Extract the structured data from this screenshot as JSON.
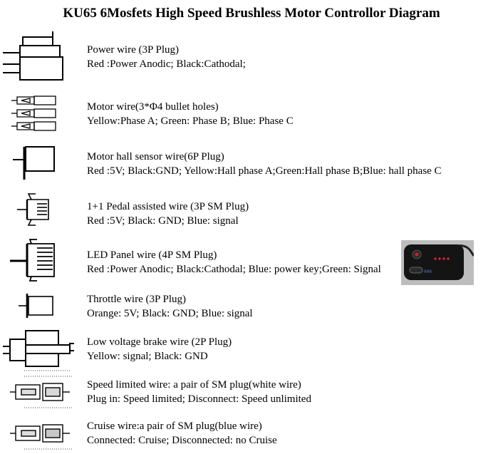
{
  "title": "KU65 6Mosfets High Speed Brushless Motor Controllor Diagram",
  "items": [
    {
      "label": "Power wire (3P Plug)",
      "desc": "Red :Power Anodic; Black:Cathodal;"
    },
    {
      "label": "Motor wire(3*Φ4 bullet holes)",
      "desc": "Yellow:Phase A; Green: Phase B; Blue: Phase C"
    },
    {
      "label": "Motor hall sensor wire(6P Plug)",
      "desc": "Red :5V; Black:GND; Yellow:Hall phase A;Green:Hall phase B;Blue: hall phase C"
    },
    {
      "label": "1+1 Pedal assisted wire (3P SM Plug)",
      "desc": "Red :5V; Black: GND; Blue: signal"
    },
    {
      "label": "LED Panel wire (4P SM Plug)",
      "desc": "Red :Power Anodic; Black:Cathodal; Blue: power key;Green: Signal"
    },
    {
      "label": "Throttle wire (3P Plug)",
      "desc": "Orange: 5V; Black: GND; Blue: signal"
    },
    {
      "label": "Low voltage brake wire (2P Plug)",
      "desc": "Yellow: signal; Black: GND"
    },
    {
      "label": "Speed limited wire: a pair of SM plug(white wire)",
      "desc": "Plug in: Speed limited; Disconnect: Speed unlimited"
    },
    {
      "label": "Cruise wire:a pair of SM plug(blue wire)",
      "desc": "Connected: Cruise; Disconnected: no Cruise"
    }
  ],
  "panel": {
    "display_text": "000"
  },
  "icons": [
    "power-plug-icon",
    "bullet-connector-icon",
    "hall-plug-icon",
    "pedal-plug-icon",
    "led-plug-icon",
    "throttle-plug-icon",
    "brake-plug-icon",
    "sm-plug-pair-icon",
    "sm-plug-pair-icon"
  ]
}
